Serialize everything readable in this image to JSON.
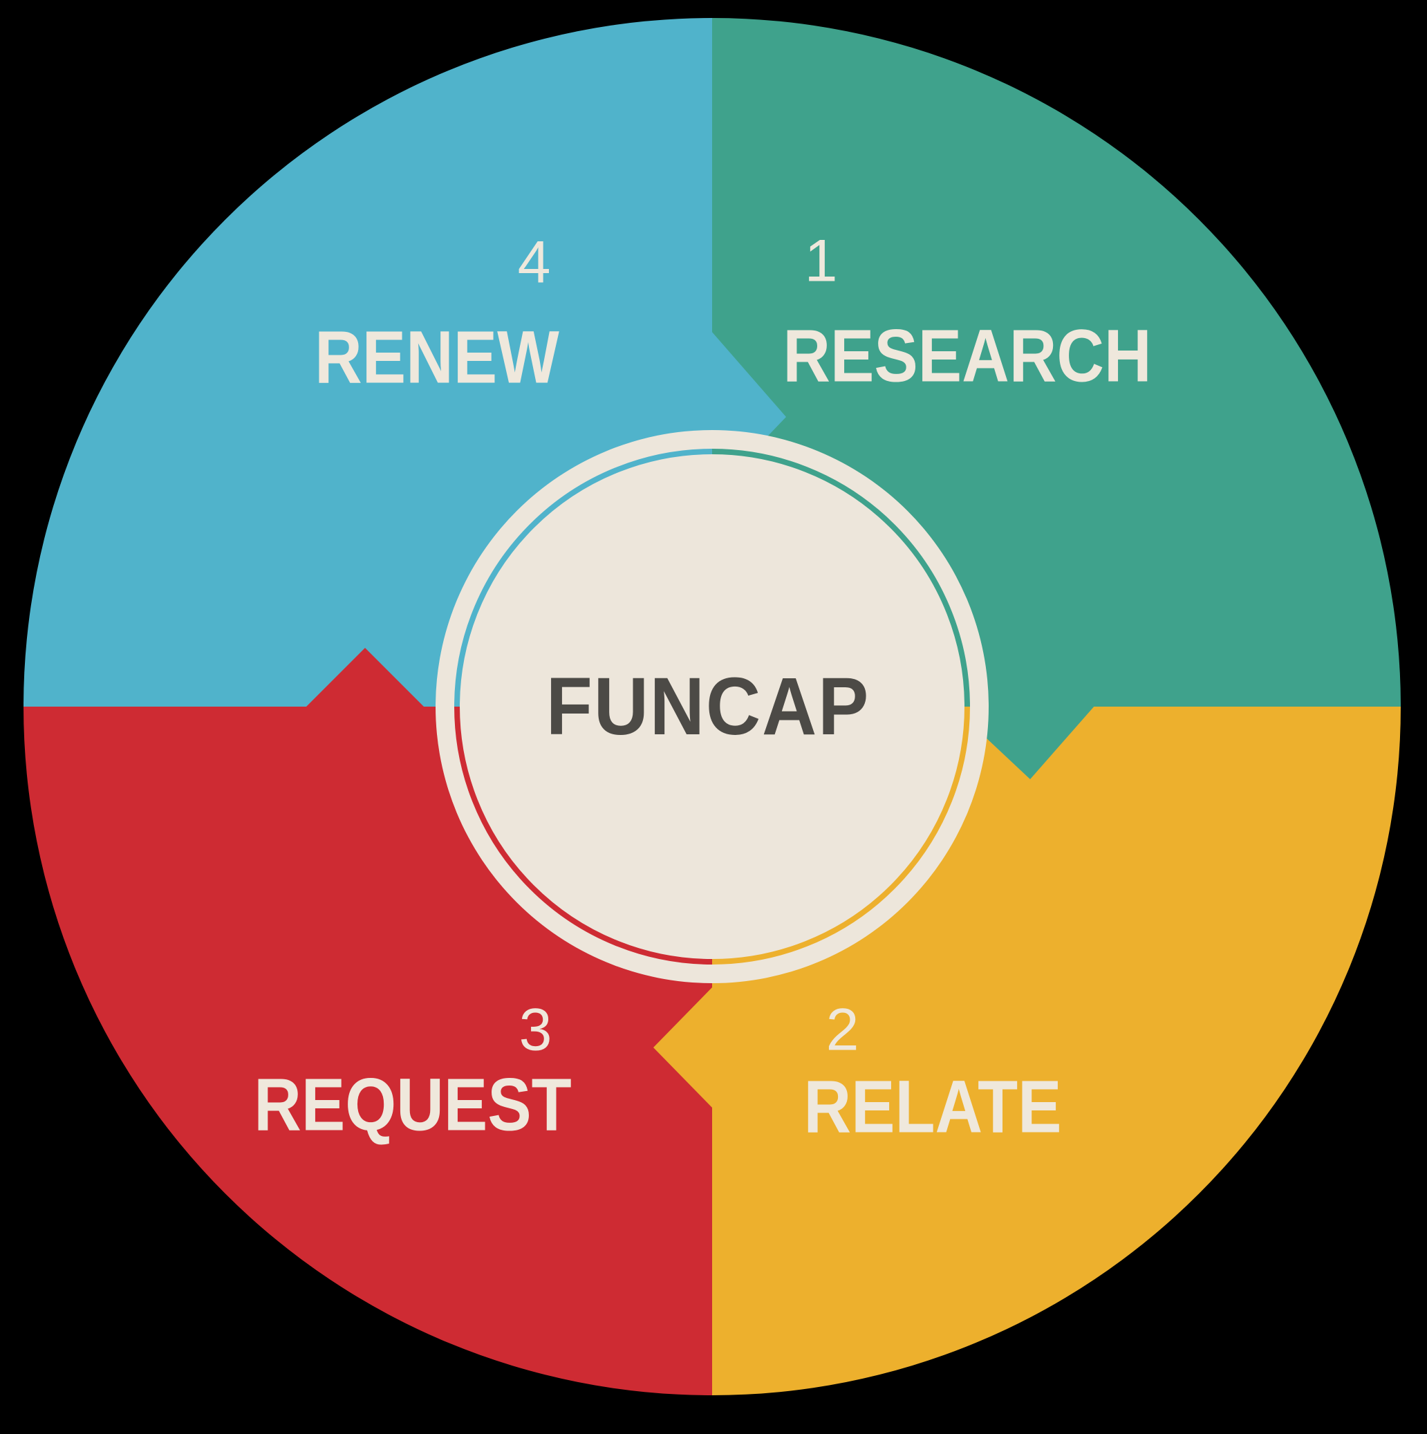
{
  "diagram": {
    "center_label": "FUNCAP",
    "background_color": "#000000",
    "center_circle_color": "#EDE6DB",
    "center_label_color": "#4C4A46",
    "step_text_color": "#EFE8DC",
    "steps": [
      {
        "number": "1",
        "label": "RESEARCH",
        "color": "#3FA28C"
      },
      {
        "number": "2",
        "label": "RELATE",
        "color": "#EDB02D"
      },
      {
        "number": "3",
        "label": "REQUEST",
        "color": "#CE2B33"
      },
      {
        "number": "4",
        "label": "RENEW",
        "color": "#50B3CB"
      }
    ]
  }
}
